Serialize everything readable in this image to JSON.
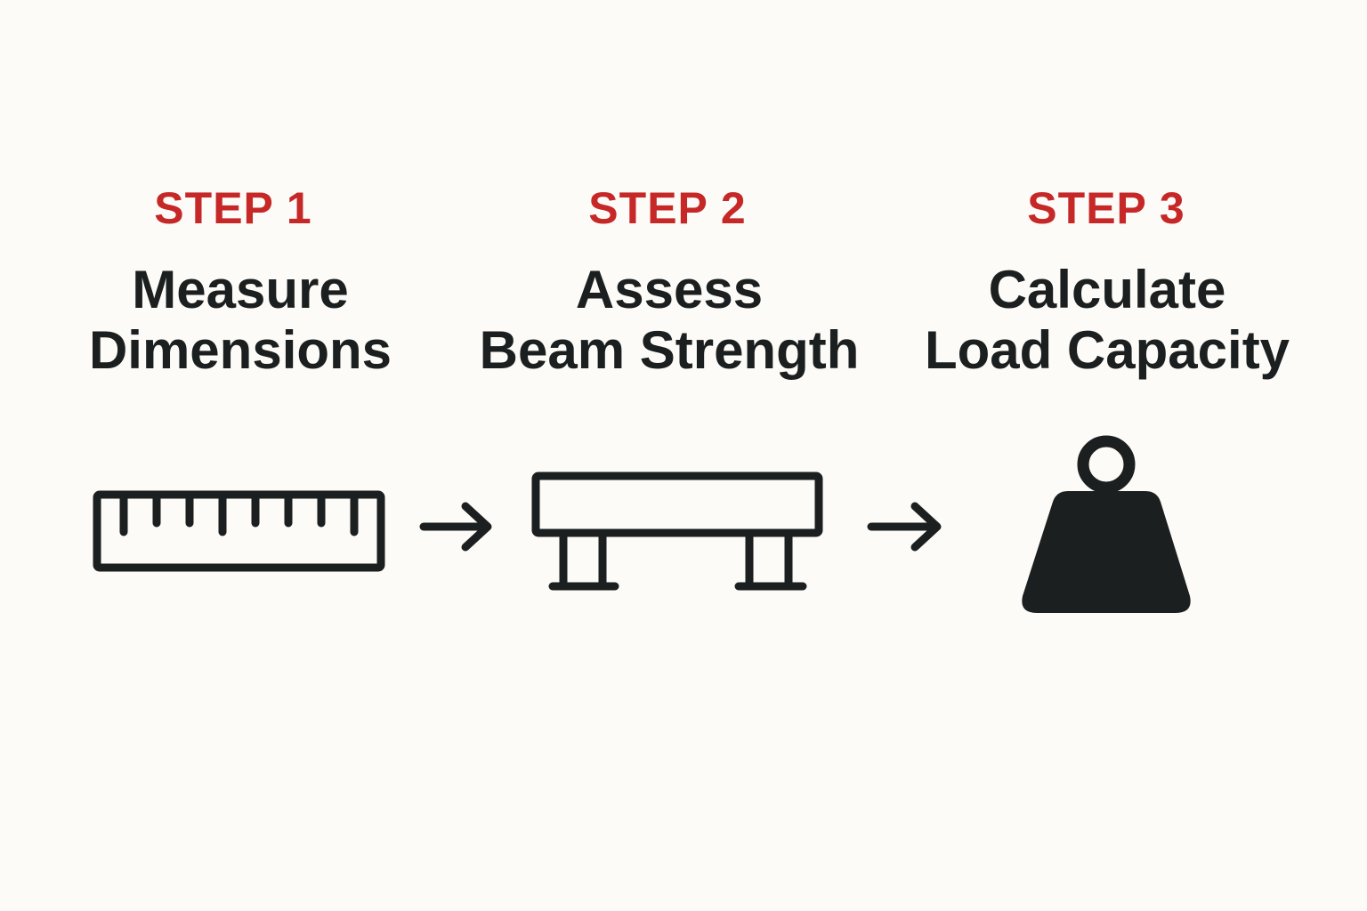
{
  "colors": {
    "accent": "#c62828",
    "ink": "#1b1f1f",
    "background": "#fcfbf7"
  },
  "steps": [
    {
      "label": "STEP 1",
      "title_line1": "Measure",
      "title_line2": "Dimensions",
      "icon": "ruler-icon"
    },
    {
      "label": "STEP 2",
      "title_line1": "Assess",
      "title_line2": "Beam Strength",
      "icon": "beam-icon"
    },
    {
      "label": "STEP 3",
      "title_line1": "Calculate",
      "title_line2": "Load Capacity",
      "icon": "weight-icon"
    }
  ],
  "connectors": [
    "arrow-right-icon",
    "arrow-right-icon"
  ]
}
